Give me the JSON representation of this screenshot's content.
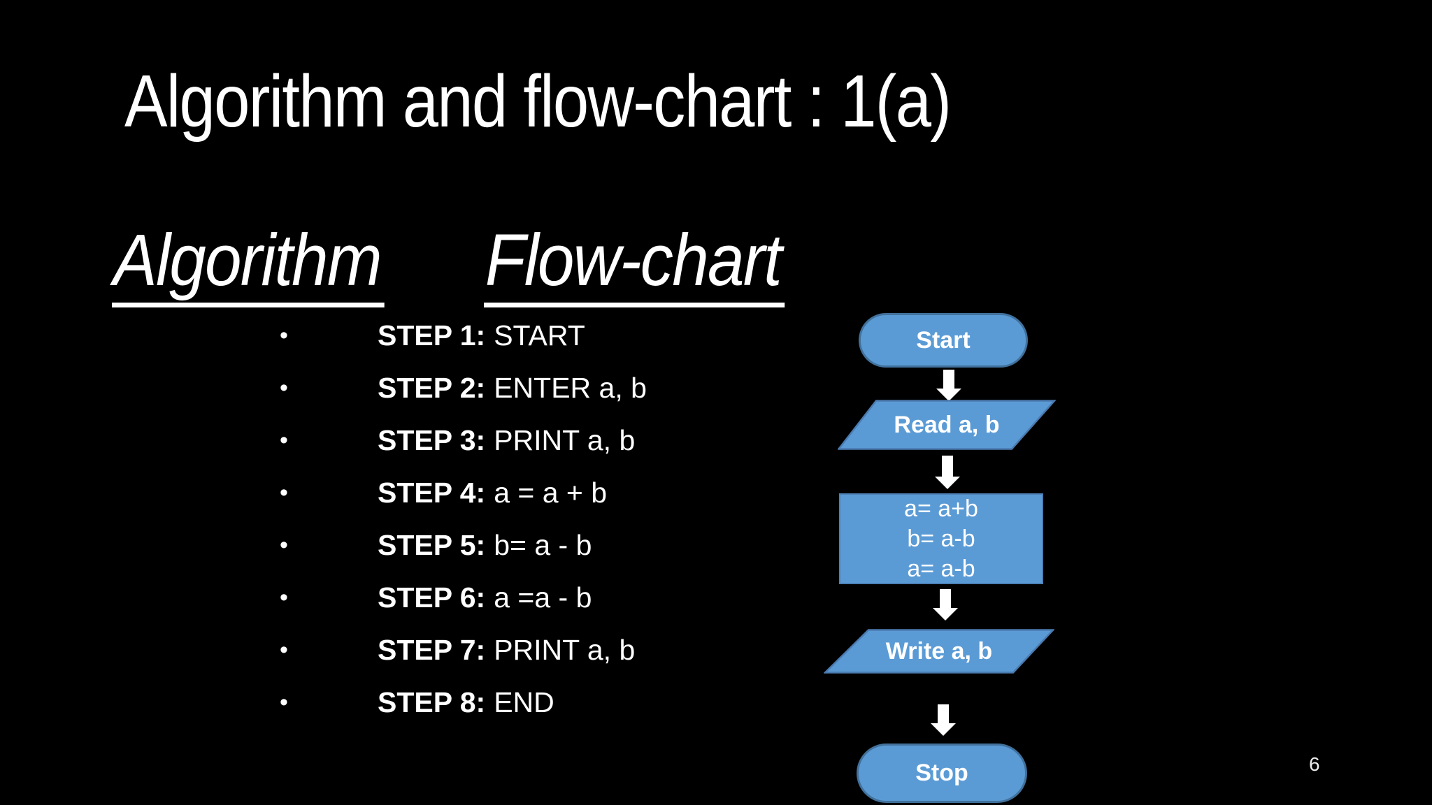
{
  "slide": {
    "title": "Algorithm and flow-chart : 1(a)",
    "page_number": "6"
  },
  "colors": {
    "background": "#000000",
    "shape_fill": "#5b9bd5",
    "shape_border": "#41719c",
    "text": "#ffffff"
  },
  "headings": {
    "left": "Algorithm",
    "right": "Flow-chart"
  },
  "bullet_glyph": "•",
  "steps": [
    {
      "label": "STEP 1:",
      "text": "START"
    },
    {
      "label": "STEP 2:",
      "text": "ENTER a, b"
    },
    {
      "label": "STEP 3:",
      "text": "PRINT a, b"
    },
    {
      "label": "STEP 4:",
      "text": "a = a + b"
    },
    {
      "label": "STEP 5:",
      "text": "b= a - b"
    },
    {
      "label": "STEP 6:",
      "text": "a =a - b"
    },
    {
      "label": "STEP 7:",
      "text": "PRINT a, b"
    },
    {
      "label": "STEP 8:",
      "text": "END"
    }
  ],
  "flowchart": {
    "nodes": [
      {
        "type": "terminator",
        "label": "Start"
      },
      {
        "type": "input-output",
        "label": "Read a, b"
      },
      {
        "type": "process",
        "lines": [
          "a= a+b",
          "b= a-b",
          "a= a-b"
        ]
      },
      {
        "type": "input-output",
        "label": "Write a, b"
      },
      {
        "type": "terminator",
        "label": "Stop"
      }
    ]
  }
}
